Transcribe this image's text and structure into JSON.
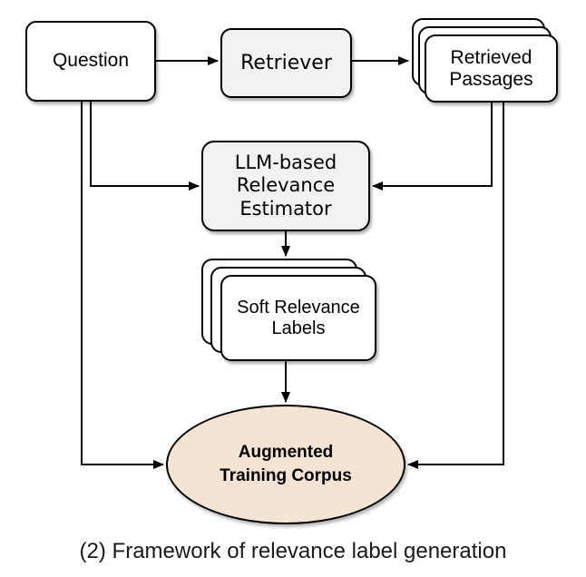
{
  "diagram": {
    "caption": "(2) Framework of relevance label generation",
    "nodes": {
      "question": {
        "label": "Question",
        "shape": "rounded-rect",
        "fill": "#ffffff"
      },
      "retriever": {
        "label": "Retriever",
        "shape": "rounded-rect",
        "fill": "#f2f2f2"
      },
      "retrieved_passages": {
        "label": "Retrieved Passages",
        "shape": "stacked-cards",
        "fill": "#ffffff"
      },
      "llm_estimator": {
        "label": "LLM-based Relevance Estimator",
        "shape": "rounded-rect",
        "fill": "#f2f2f2"
      },
      "soft_labels": {
        "label": "Soft Relevance Labels",
        "shape": "stacked-cards",
        "fill": "#ffffff"
      },
      "augmented_corpus": {
        "label": "Augmented Training Corpus",
        "shape": "ellipse",
        "fill": "#f5e3d3"
      }
    },
    "edges": [
      {
        "from": "question",
        "to": "retriever"
      },
      {
        "from": "retriever",
        "to": "retrieved_passages"
      },
      {
        "from": "question",
        "to": "llm_estimator"
      },
      {
        "from": "retrieved_passages",
        "to": "llm_estimator"
      },
      {
        "from": "llm_estimator",
        "to": "soft_labels"
      },
      {
        "from": "soft_labels",
        "to": "augmented_corpus"
      },
      {
        "from": "question",
        "to": "augmented_corpus"
      },
      {
        "from": "retrieved_passages",
        "to": "augmented_corpus"
      }
    ],
    "colors": {
      "stroke": "#000000",
      "box_white": "#ffffff",
      "box_gray": "#f2f2f2",
      "ellipse_fill": "#f5e3d3"
    }
  }
}
